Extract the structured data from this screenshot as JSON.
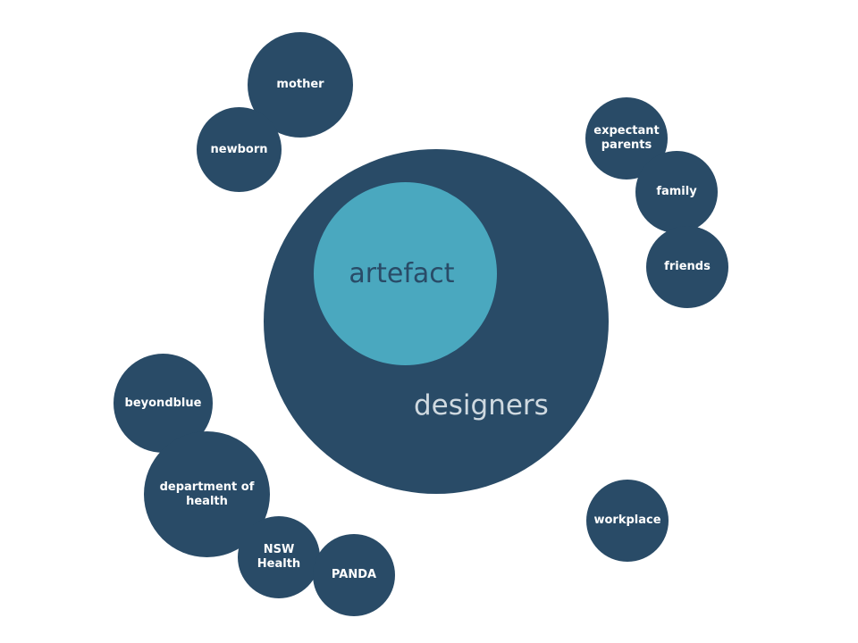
{
  "diagram": {
    "center": {
      "outer_label": "designers",
      "inner_label": "artefact"
    },
    "stakeholders": {
      "mother": "mother",
      "newborn": "newborn",
      "expectant_parents": "expectant\nparents",
      "family": "family",
      "friends": "friends",
      "workplace": "workplace",
      "beyondblue": "beyondblue",
      "department_of_health": "department of\nhealth",
      "nsw_health": "NSW\nHealth",
      "panda": "PANDA"
    }
  },
  "colors": {
    "dark_circle": "#294b67",
    "light_circle": "#4aa8bf",
    "designers_text": "#cfd9e0",
    "white_text": "#ffffff"
  }
}
